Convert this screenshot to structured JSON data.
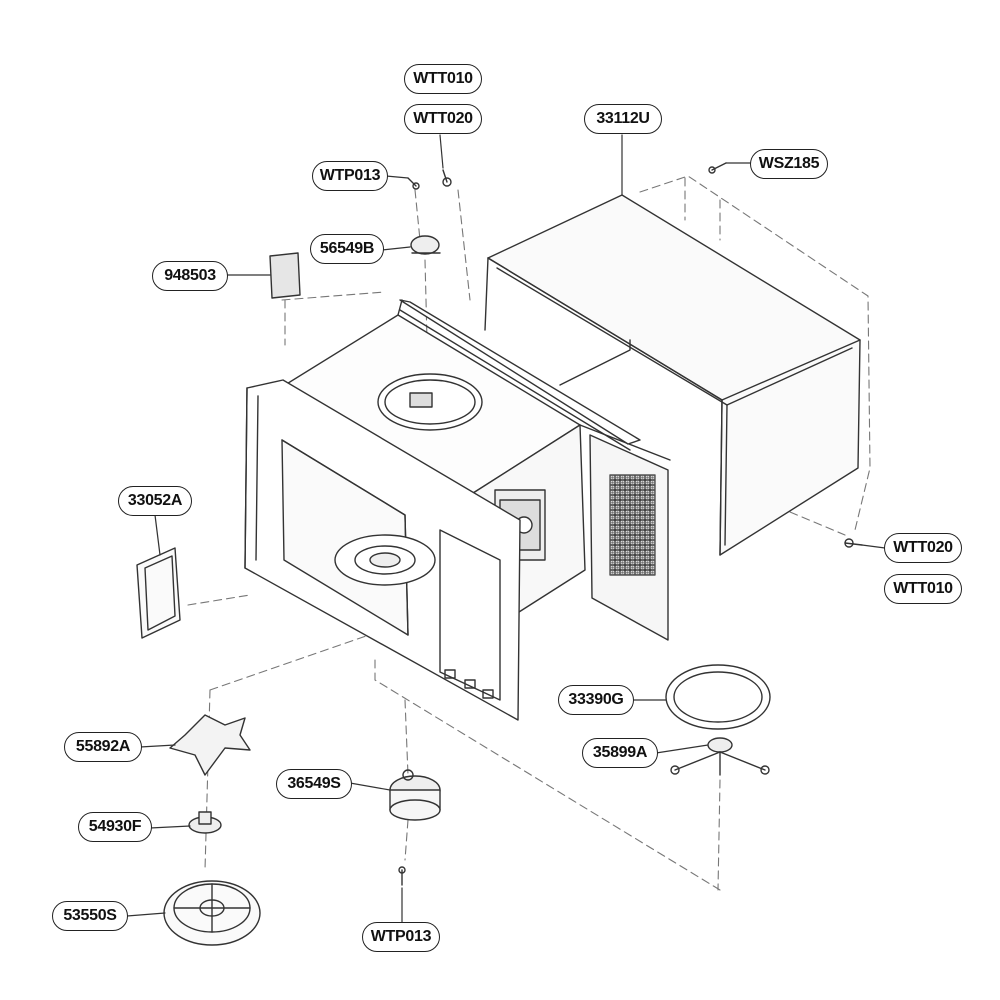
{
  "diagram": {
    "parts": [
      {
        "id": "p1",
        "label": "WTT010"
      },
      {
        "id": "p2",
        "label": "WTT020"
      },
      {
        "id": "p3",
        "label": "33112U"
      },
      {
        "id": "p4",
        "label": "WSZ185"
      },
      {
        "id": "p5",
        "label": "WTP013"
      },
      {
        "id": "p6",
        "label": "56549B"
      },
      {
        "id": "p7",
        "label": "948503"
      },
      {
        "id": "p8",
        "label": "33052A"
      },
      {
        "id": "p9",
        "label": "WTT020"
      },
      {
        "id": "p10",
        "label": "WTT010"
      },
      {
        "id": "p11",
        "label": "33390G"
      },
      {
        "id": "p12",
        "label": "35899A"
      },
      {
        "id": "p13",
        "label": "55892A"
      },
      {
        "id": "p14",
        "label": "36549S"
      },
      {
        "id": "p15",
        "label": "54930F"
      },
      {
        "id": "p16",
        "label": "53550S"
      },
      {
        "id": "p17",
        "label": "WTP013"
      }
    ]
  }
}
